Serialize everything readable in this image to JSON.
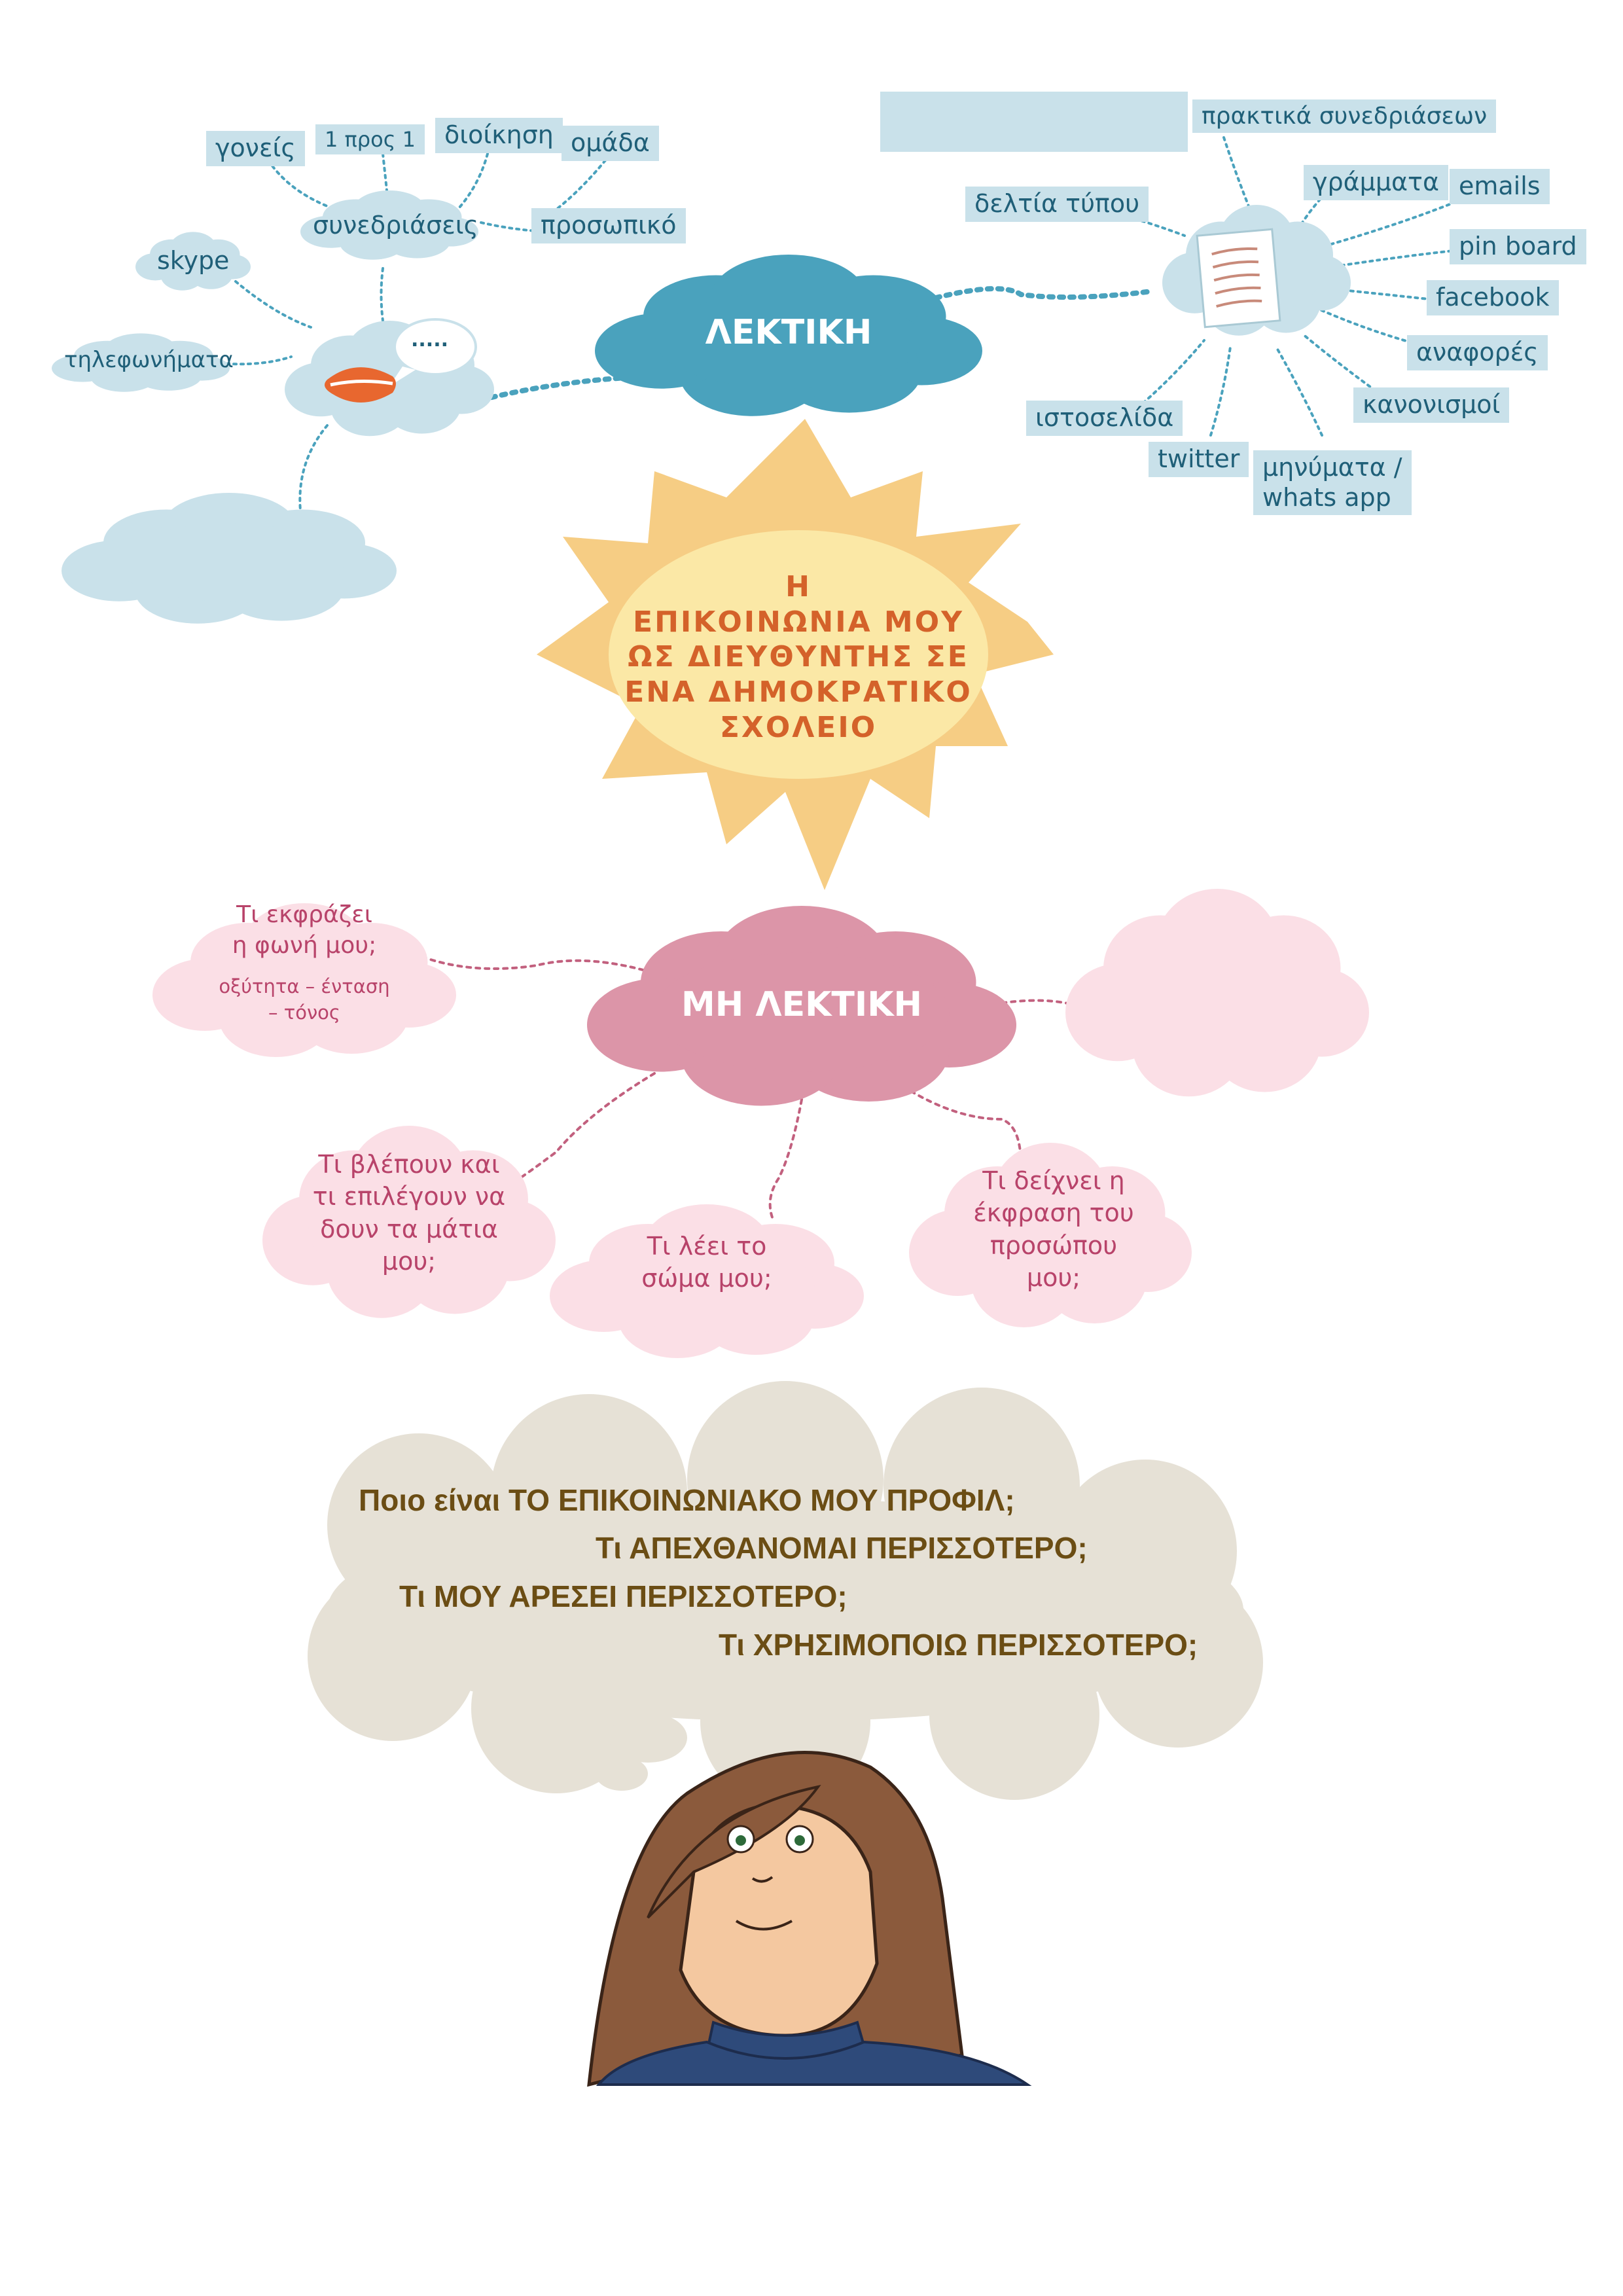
{
  "colors": {
    "verbal_cloud": "#4aa2bd",
    "light_blue": "#c9e1ea",
    "sun_outer": "#f6cd84",
    "sun_inner": "#fbe8a6",
    "title_text": "#d4622a",
    "nonverbal_cloud": "#dc95a8",
    "light_pink": "#fbdfe6",
    "thought_cloud": "#e6e1d6",
    "question_text": "#6b4d14"
  },
  "center_title": [
    "Η",
    "ΕΠΙΚΟΙΝΩΝΙΑ ΜΟΥ",
    "ΩΣ ΔΙΕΥΘΥΝΤΗΣ ΣΕ",
    "ΕΝΑ ΔΗΜΟΚΡΑΤΙΚΟ",
    "ΣΧΟΛΕΙΟ"
  ],
  "verbal": {
    "hub": "ΛΕΚΤΙΚΗ",
    "oral": {
      "bubble_text": ".....",
      "meetings": "συνεδριάσεις",
      "meeting_items": [
        "γονείς",
        "1 προς 1",
        "διοίκηση",
        "ομάδα",
        "προσωπικό"
      ],
      "skype": "skype",
      "phone_calls": "τηλεφωνήματα"
    },
    "written": {
      "items": [
        "πρακτικά συνεδριάσεων",
        "δελτία τύπου",
        "γράμματα",
        "emails",
        "pin board",
        "facebook",
        "αναφορές",
        "κανονισμοί",
        "ιστοσελίδα",
        "twitter",
        "μηνύματα /",
        "whats app"
      ]
    }
  },
  "nonverbal": {
    "hub": "ΜΗ ΛΕΚΤΙΚΗ",
    "voice": [
      "Τι εκφράζει",
      "η φωνή μου;"
    ],
    "voice_sub": [
      "οξύτητα – ένταση",
      "– τόνος"
    ],
    "eyes": [
      "Τι βλέπουν και",
      "τι επιλέγουν να",
      "δουν τα μάτια",
      "μου;"
    ],
    "body": [
      "Τι λέει το",
      "σώμα μου;"
    ],
    "face": [
      "Τι δείχνει η",
      "έκφραση του",
      "προσώπου",
      "μου;"
    ]
  },
  "questions": [
    "Ποιο είναι ΤΟ ΕΠΙΚΟΙΝΩΝΙΑΚΟ ΜΟΥ ΠΡΟΦΙΛ;",
    "Τι ΑΠΕΧΘΑΝΟΜΑΙ ΠΕΡΙΣΣΟΤΕΡΟ;",
    "Τι ΜΟΥ ΑΡΕΣΕΙ ΠΕΡΙΣΣΟΤΕΡΟ;",
    "Τι ΧΡΗΣΙΜΟΠΟΙΩ ΠΕΡΙΣΣΟΤΕΡΟ;"
  ]
}
